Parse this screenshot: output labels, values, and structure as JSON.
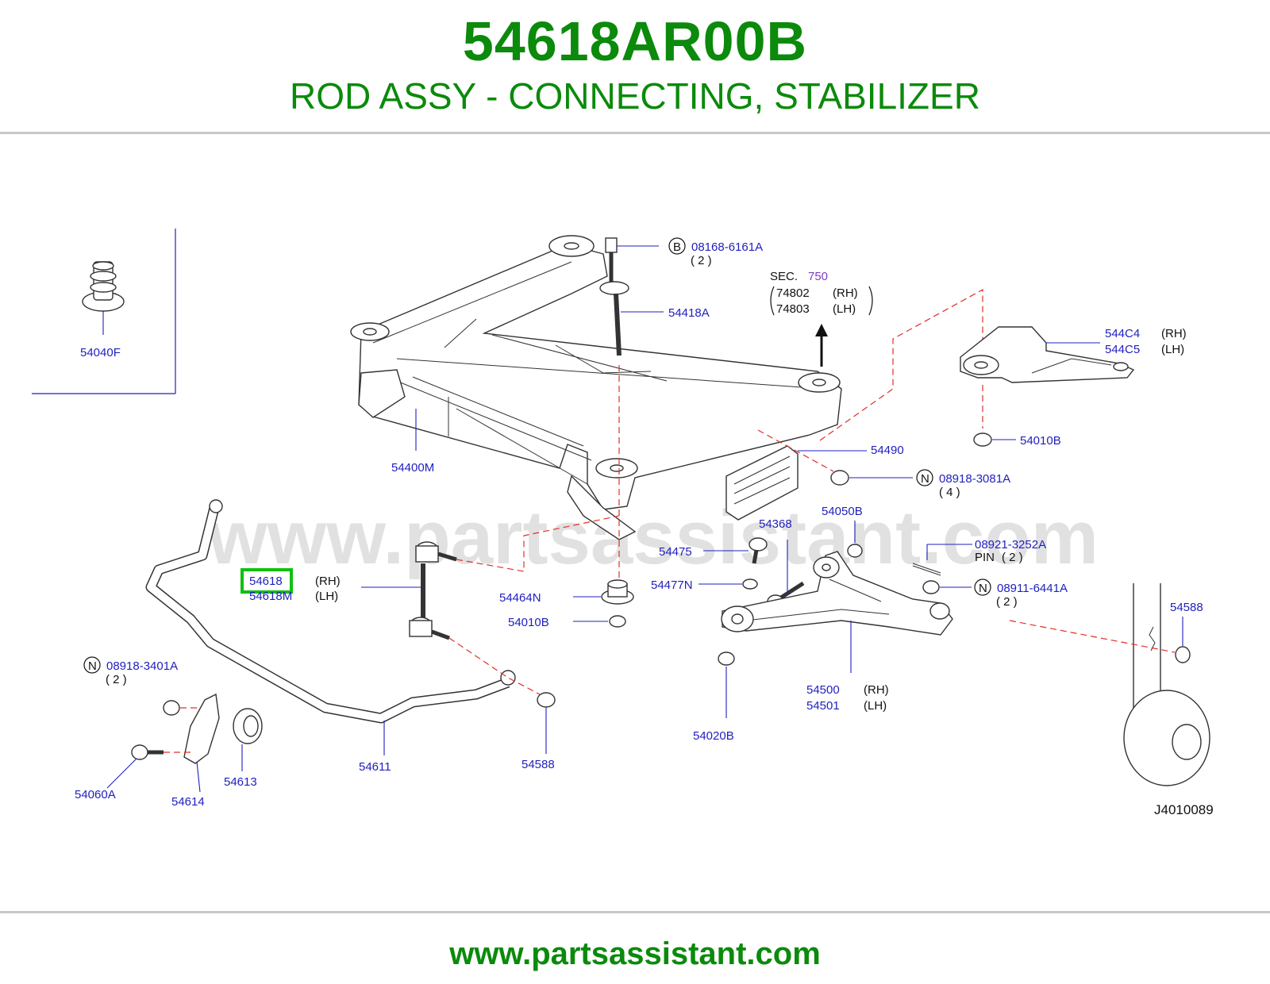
{
  "header": {
    "part_number": "54618AR00B",
    "description": "ROD ASSY - CONNECTING, STABILIZER"
  },
  "footer": {
    "url": "www.partsassistant.com"
  },
  "diagram": {
    "watermark": "www.partsassistant.com",
    "diagram_id": "J4010089",
    "highlight_color": "#10c010",
    "brand_color": "#0b8a0b",
    "label_color": "#1f1fbf",
    "section": {
      "sec": "SEC.",
      "num": "750",
      "l1": "74802",
      "l2": "74803",
      "rh": "(RH)",
      "lh": "(LH)"
    },
    "labels": {
      "p54040F": "54040F",
      "p08168": "08168-6161A",
      "q2a": "( 2 )",
      "b": "B",
      "p54418A": "54418A",
      "p544C4": "544C4",
      "p544C5": "544C5",
      "rh": "(RH)",
      "lh": "(LH)",
      "p54010B_a": "54010B",
      "p54400M": "54400M",
      "p54490": "54490",
      "n": "N",
      "p08918_3081A": "08918-3081A",
      "q4": "( 4 )",
      "p54050B": "54050B",
      "p54368": "54368",
      "p54475": "54475",
      "p08921": "08921-3252A",
      "pin": "PIN",
      "q2b": "( 2 )",
      "p54618": "54618",
      "p54618M": "54618M",
      "p54464N": "54464N",
      "p54477N": "54477N",
      "p08911": "08911-6441A",
      "q2c": "( 2 )",
      "p54588_r": "54588",
      "p54010B_b": "54010B",
      "p54500": "54500",
      "p54501": "54501",
      "p08918_3401A": "08918-3401A",
      "q2d": "( 2 )",
      "p54020B": "54020B",
      "p54611": "54611",
      "p54588_l": "54588",
      "p54613": "54613",
      "p54060A": "54060A",
      "p54614": "54614"
    }
  }
}
